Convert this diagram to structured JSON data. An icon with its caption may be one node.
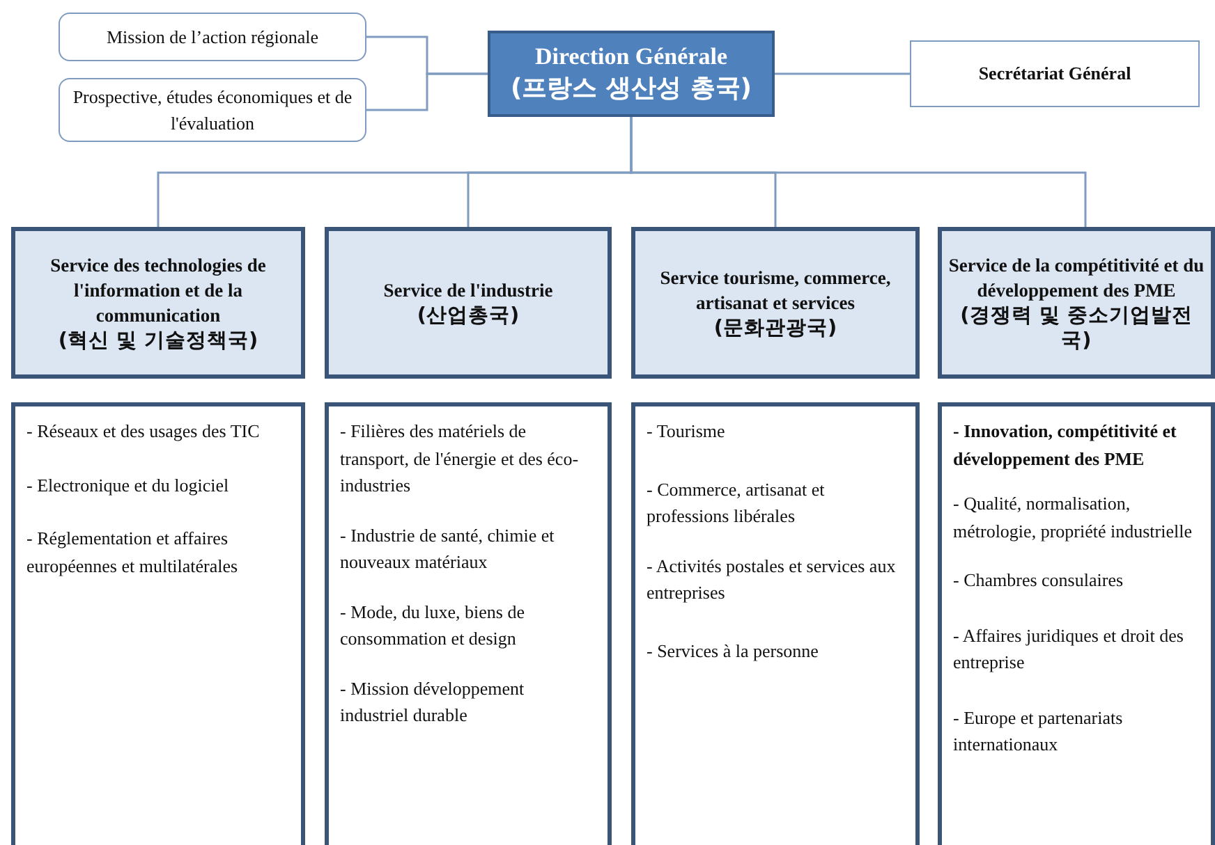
{
  "diagram": {
    "nodes": [
      {
        "text": [
          "Mission de l’action régionale"
        ]
      },
      {
        "text": [
          "Prospective, études économiques et de l'évaluation"
        ]
      },
      {
        "text": [
          "Direction Générale",
          "(프랑스 생산성 총국)"
        ]
      },
      {
        "text": [
          "Secrétariat Général"
        ]
      },
      {
        "text": [
          "Service des technologies de l'information et de la communication",
          "(혁신 및 기술정책국)"
        ]
      },
      {
        "text": [
          "Service de l'industrie",
          "(산업총국)"
        ]
      },
      {
        "text": [
          "Service tourisme, commerce, artisanat et services",
          "(문화관광국)"
        ]
      },
      {
        "text": [
          "Service de la compétitivité et du développement des PME",
          "(경쟁력 및 중소기업발전국)"
        ]
      },
      {
        "text": [
          "- Réseaux et des usages des TIC",
          "- Electronique et du logiciel",
          "- Réglementation et affaires européennes et multilatérales"
        ]
      },
      {
        "text": [
          "- Filières des matériels de transport, de l'énergie et des éco-industries",
          "- Industrie de santé, chimie et nouveaux matériaux",
          "- Mode, du luxe, biens de consommation et design",
          "- Mission développement industriel durable"
        ]
      },
      {
        "text": [
          "- Tourisme",
          "- Commerce, artisanat et professions libérales",
          "- Activités postales et services aux entreprises",
          "- Services à la personne"
        ]
      },
      {
        "text": [
          "- Innovation, compétitivité et développement des PME",
          "- Qualité, normalisation, métrologie, propriété industrielle",
          "- Chambres consulaires",
          "- Affaires juridiques et droit des entreprise",
          "- Europe et partenariats internationaux"
        ]
      }
    ],
    "edges": [
      {
        "from": 0,
        "to": 2,
        "arrow": "none"
      },
      {
        "from": 1,
        "to": 2,
        "arrow": "none"
      },
      {
        "from": 2,
        "to": 3,
        "arrow": "none"
      },
      {
        "from": 2,
        "to": 4,
        "arrow": "none"
      },
      {
        "from": 2,
        "to": 5,
        "arrow": "none"
      },
      {
        "from": 2,
        "to": 6,
        "arrow": "none"
      },
      {
        "from": 2,
        "to": 7,
        "arrow": "none"
      }
    ]
  }
}
